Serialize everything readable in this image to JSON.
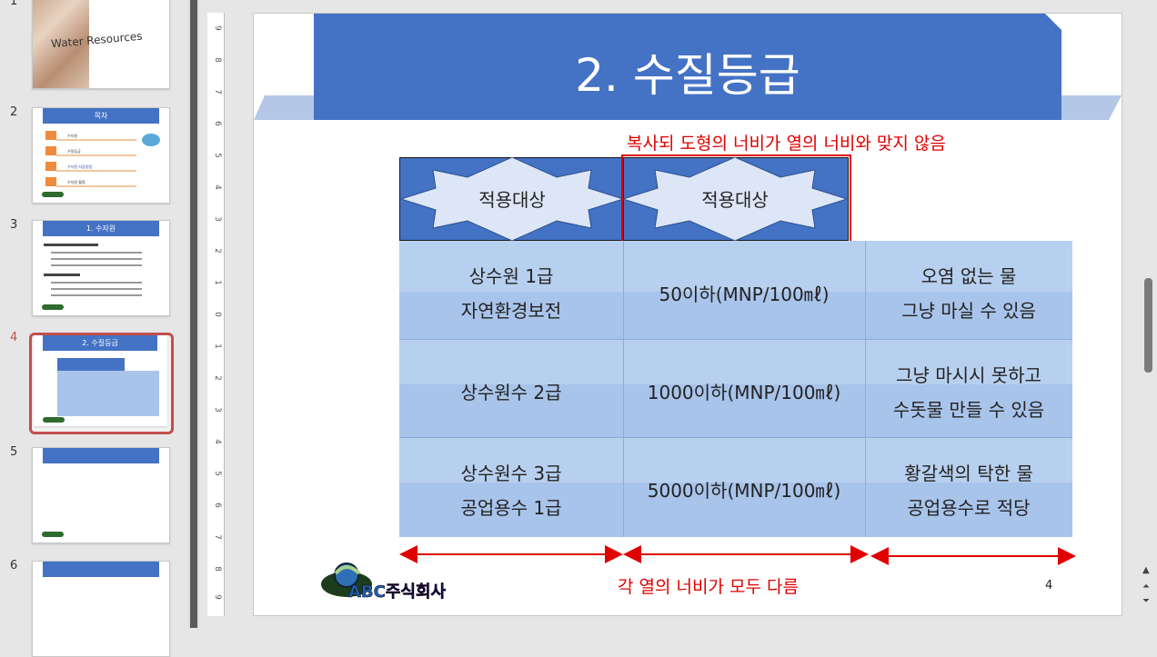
{
  "thumbnails": [
    {
      "number": "1",
      "title": "Water Resources"
    },
    {
      "number": "2",
      "title": "목차",
      "items": [
        "수자원",
        "수질등급",
        "수자원 저감방법",
        "수자원 활용"
      ]
    },
    {
      "number": "3",
      "title": "1. 수자원"
    },
    {
      "number": "4",
      "title": "2. 수질등급",
      "active": true
    },
    {
      "number": "5",
      "title": ""
    },
    {
      "number": "6",
      "title": ""
    }
  ],
  "slide": {
    "title": "2. 수질등급",
    "annotation_top": "복사되 도형의 너비가 열의 너비와 맞지 않음",
    "annotation_bottom": "각 열의 너비가 모두 다름",
    "header_shape_1": "적용대상",
    "header_shape_2": "적용대상",
    "page_number": "4",
    "logo_text": "ABC주식회사",
    "rows": [
      {
        "col1_line1": "상수원 1급",
        "col1_line2": "자연환경보전",
        "col2": "50이하(MNP/100㎖)",
        "col3_line1": "오염 없는 물",
        "col3_line2": "그냥 마실 수 있음"
      },
      {
        "col1_line1": "상수원수 2급",
        "col1_line2": "",
        "col2": "1000이하(MNP/100㎖)",
        "col3_line1": "그냥 마시시 못하고",
        "col3_line2": "수돗물 만들 수 있음"
      },
      {
        "col1_line1": "상수원수 3급",
        "col1_line2": "공업용수 1급",
        "col2": "5000이하(MNP/100㎖)",
        "col3_line1": "황갈색의 탁한 물",
        "col3_line2": "공업용수로 적당"
      }
    ]
  },
  "ruler_ticks": [
    "9",
    "8",
    "7",
    "6",
    "5",
    "4",
    "3",
    "2",
    "1",
    "0",
    "1",
    "2",
    "3",
    "4",
    "5",
    "6",
    "7",
    "8",
    "9"
  ],
  "colors": {
    "accent_blue": "#4472c4",
    "light_blue": "#a9c4ea",
    "red": "#e00000",
    "active_ring": "#c0504d"
  }
}
